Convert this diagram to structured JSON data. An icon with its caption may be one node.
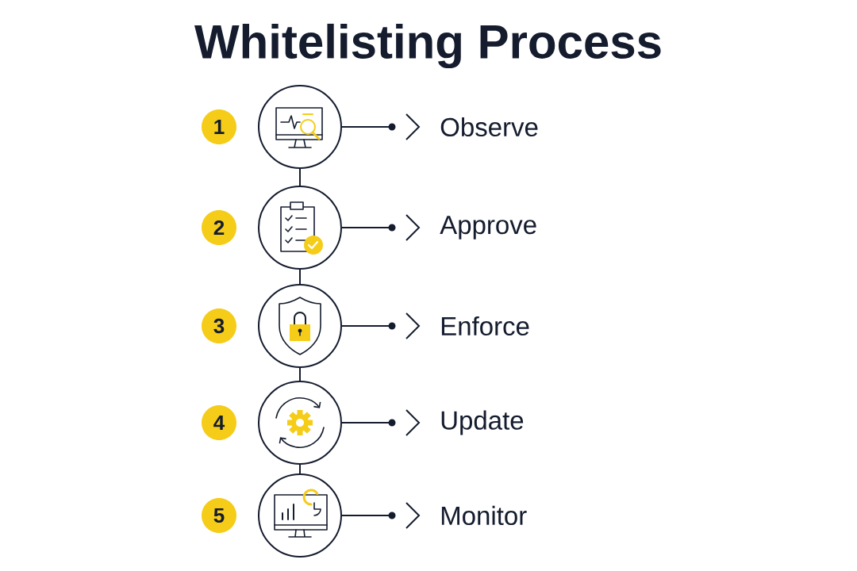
{
  "diagram": {
    "title": "Whitelisting Process",
    "nodes": [
      {
        "text": [
          "1"
        ]
      },
      {
        "text": [],
        "shape": "circle"
      },
      {
        "text": [
          "Observe"
        ]
      },
      {
        "text": [
          "2"
        ]
      },
      {
        "text": [],
        "shape": "circle"
      },
      {
        "text": [
          "Approve"
        ]
      },
      {
        "text": [
          "3"
        ]
      },
      {
        "text": [],
        "shape": "circle"
      },
      {
        "text": [
          "Enforce"
        ]
      },
      {
        "text": [
          "4"
        ]
      },
      {
        "text": [],
        "shape": "circle"
      },
      {
        "text": [
          "Update"
        ]
      },
      {
        "text": [
          "5"
        ]
      },
      {
        "text": [],
        "shape": "circle"
      },
      {
        "text": [
          "Monitor"
        ]
      }
    ],
    "edges": [
      {
        "from": 1,
        "to": 2,
        "arrow": "to"
      },
      {
        "from": 1,
        "to": 4,
        "arrow": "none"
      },
      {
        "from": 4,
        "to": 5,
        "arrow": "to"
      },
      {
        "from": 4,
        "to": 7,
        "arrow": "none"
      },
      {
        "from": 7,
        "to": 8,
        "arrow": "to"
      },
      {
        "from": 7,
        "to": 10,
        "arrow": "none"
      },
      {
        "from": 10,
        "to": 11,
        "arrow": "to"
      },
      {
        "from": 10,
        "to": 13,
        "arrow": "none"
      },
      {
        "from": 13,
        "to": 14,
        "arrow": "to"
      }
    ]
  }
}
